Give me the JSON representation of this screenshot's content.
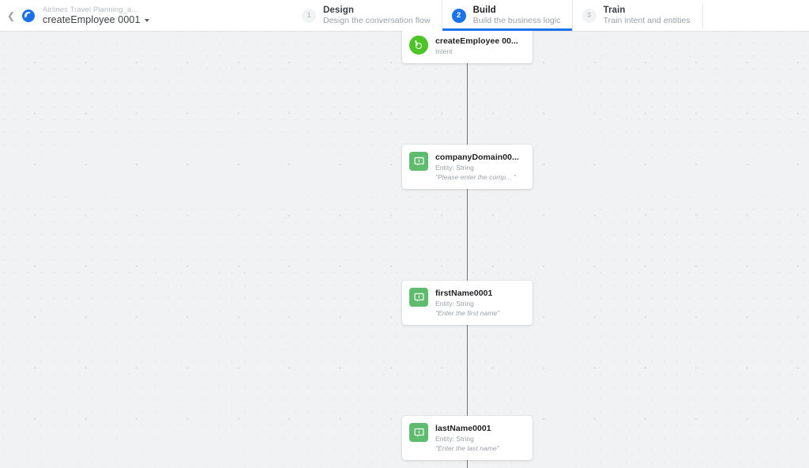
{
  "header": {
    "back_icon": "chevron-left-icon",
    "bot_icon": "bot-avatar-icon",
    "breadcrumb_parent": "Airlines Travel Planning_a...",
    "breadcrumb_current": "createEmployee 0001",
    "caret_icon": "chevron-down-icon",
    "steps": [
      {
        "num": "1",
        "title": "Design",
        "subtitle": "Design the conversation flow",
        "active": false
      },
      {
        "num": "2",
        "title": "Build",
        "subtitle": "Build the business logic",
        "active": true
      },
      {
        "num": "3",
        "title": "Train",
        "subtitle": "Train intent and entities",
        "active": false
      }
    ]
  },
  "canvas": {
    "background_color": "#f1f2f3",
    "accent_color": "#1a73e8",
    "intent_icon_color": "#4cc425",
    "entity_icon_color": "#5fbb6e",
    "connector_color": "#6e7377",
    "nodes": [
      {
        "icon": "intent-bubble-icon",
        "type": "intent",
        "title": "createEmployee 00...",
        "subtitle": "Intent",
        "prompt": ""
      },
      {
        "icon": "entity-message-icon",
        "type": "entity",
        "title": "companyDomain00...",
        "subtitle": "Entity: String",
        "prompt": "\"Please enter the comp... \""
      },
      {
        "icon": "entity-message-icon",
        "type": "entity",
        "title": "firstName0001",
        "subtitle": "Entity: String",
        "prompt": "\"Enter the first name\""
      },
      {
        "icon": "entity-message-icon",
        "type": "entity",
        "title": "lastName0001",
        "subtitle": "Entity: String",
        "prompt": "\"Enter the last name\""
      }
    ]
  }
}
